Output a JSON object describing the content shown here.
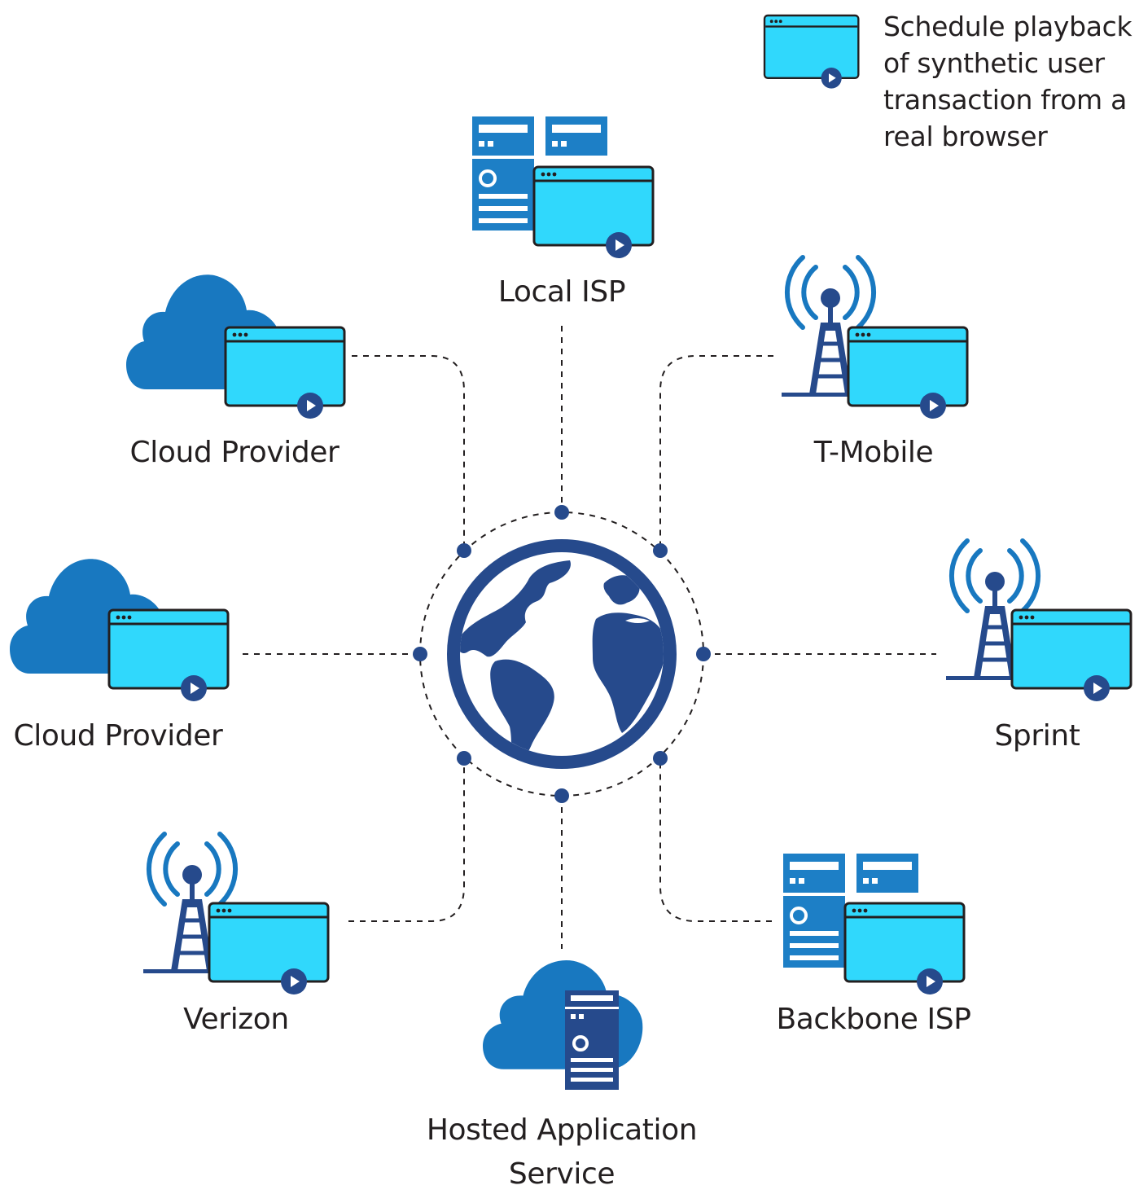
{
  "legend": {
    "icon": "browser-play-icon",
    "lines": [
      "Schedule playback",
      "of synthetic user",
      "transaction from a",
      "real browser"
    ]
  },
  "nodes": {
    "local_isp": {
      "label": "Local ISP",
      "icon": "server-rack-icon"
    },
    "cloud_provider_top": {
      "label": "Cloud Provider",
      "icon": "cloud-icon"
    },
    "tmobile": {
      "label": "T-Mobile",
      "icon": "cell-tower-icon"
    },
    "cloud_provider_left": {
      "label": "Cloud Provider",
      "icon": "cloud-icon"
    },
    "sprint": {
      "label": "Sprint",
      "icon": "cell-tower-icon"
    },
    "verizon": {
      "label": "Verizon",
      "icon": "cell-tower-icon"
    },
    "backbone_isp": {
      "label": "Backbone ISP",
      "icon": "server-rack-icon"
    },
    "hosted_app": {
      "label_line1": "Hosted Application",
      "label_line2": "Service",
      "icon": "cloud-server-icon"
    }
  },
  "center": {
    "icon": "globe-icon"
  },
  "colors": {
    "navy": "#264a8c",
    "cloud_blue": "#1878c0",
    "server_blue": "#1d7fc6",
    "browser_cyan": "#30d8fc",
    "outline": "#231f20"
  }
}
